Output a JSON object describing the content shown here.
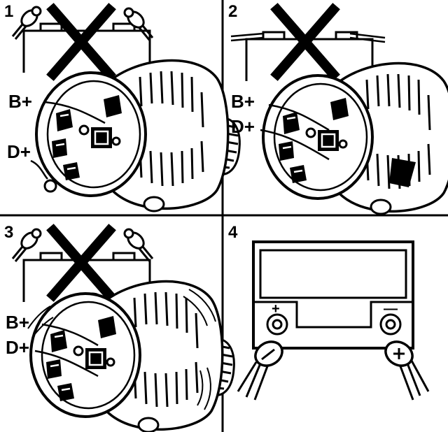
{
  "panels": [
    {
      "number": "1",
      "labels": {
        "b_plus": "B+",
        "d_plus": "D+"
      }
    },
    {
      "number": "2",
      "labels": {
        "b_plus": "B+",
        "d_plus": "D+"
      }
    },
    {
      "number": "3",
      "labels": {
        "b_plus": "B+",
        "d_plus": "D+"
      }
    },
    {
      "number": "4",
      "battery": {
        "plus_sign": "+",
        "minus_sign": "—"
      }
    }
  ],
  "colors": {
    "ink": "#000000",
    "paper": "#ffffff"
  }
}
